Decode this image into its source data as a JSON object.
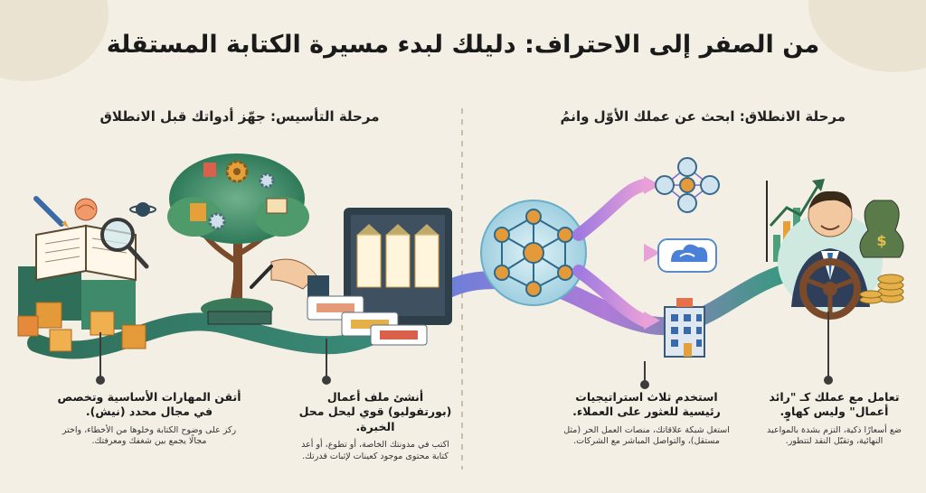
{
  "title": "من الصفر إلى الاحتراف: دليلك لبدء مسيرة الكتابة المستقلة",
  "phases": {
    "foundation": "مرحلة التأسيس: جهّز أدواتك قبل الانطلاق",
    "launch": "مرحلة الانطلاق: ابحث عن عملك الأوّل وانمُ"
  },
  "steps": [
    {
      "heading": "أتقن المهارات الأساسية وتخصص في مجال محدد (نيش).",
      "body": "ركز على وضوح الكتابة وخلوها من الأخطاء، واختر مجالًا يجمع بين شغفك ومعرفتك."
    },
    {
      "heading": "أنشئ ملف أعمال (بورتفوليو) قوي ليحل محل الخبرة.",
      "body": "اكتب في مدونتك الخاصة، أو تطوع، أو أعد كتابة محتوى موجود كعينات لإثبات قدرتك."
    },
    {
      "heading": "استخدم ثلاث استراتيجيات رئيسية للعثور على العملاء.",
      "body": "استغل شبكة علاقاتك، منصات العمل الحر (مثل مستقل)، والتواصل المباشر مع الشركات."
    },
    {
      "heading": "تعامل مع عملك كـ \"رائد أعمال\" وليس كهاوٍ.",
      "body": "ضع أسعارًا ذكية، التزم بشدة بالمواعيد النهائية، وتقبّل النقد لتتطور."
    }
  ],
  "icons": [
    "open-book-icon",
    "magnifier-icon",
    "pen-icon",
    "brain-icon",
    "knowledge-tree-icon",
    "gear-icon",
    "portfolio-screen-icon",
    "network-hub-icon",
    "people-network-icon",
    "cloud-platform-icon",
    "office-building-icon",
    "businessman-icon",
    "steering-wheel-icon",
    "money-bag-icon",
    "growth-chart-icon"
  ],
  "colors": {
    "background": "#f4efe4",
    "path_start": "#2f8a6a",
    "path_mid": "#7b6fd6",
    "path_end": "#2f9a7a",
    "blocks": "#e59a3a"
  }
}
